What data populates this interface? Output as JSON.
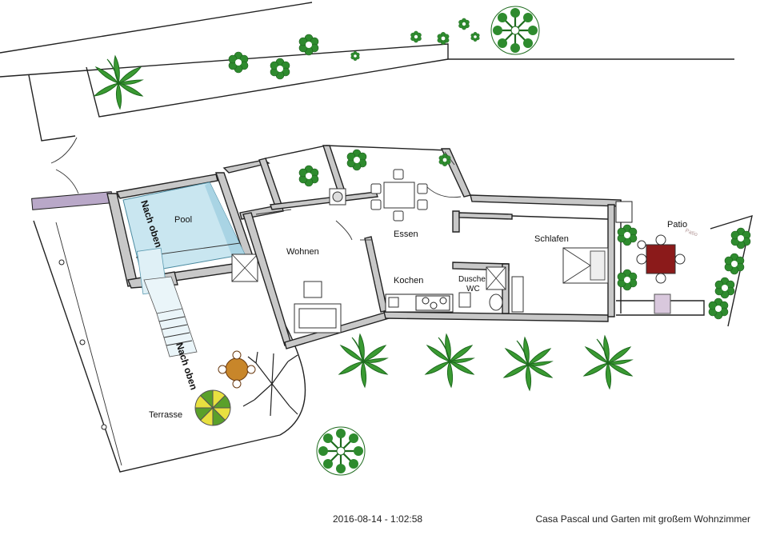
{
  "rooms": {
    "pool": "Pool",
    "wohnen": "Wohnen",
    "essen": "Essen",
    "kochen": "Kochen",
    "schlafen": "Schlafen",
    "dusche_line1": "Dusche",
    "dusche_line2": "WC",
    "patio": "Patio",
    "patio_small": "Patio",
    "terrasse": "Terrasse"
  },
  "stairs": {
    "upper": "Nach oben",
    "lower": "Nach oben"
  },
  "footer": {
    "date": "2016-08-14 - 1:02:58",
    "title": "Casa Pascal und Garten mit großem Wohnzimmer"
  },
  "colors": {
    "pool_water": "#c9e6f0",
    "plant_green": "#2e8b2e",
    "patio_table": "#8b1a1a",
    "umbrella_yellow": "#e8e040",
    "umbrella_green": "#5aa02a",
    "terrace_table": "#c8862a",
    "gate_purple": "#b9a8c8"
  }
}
